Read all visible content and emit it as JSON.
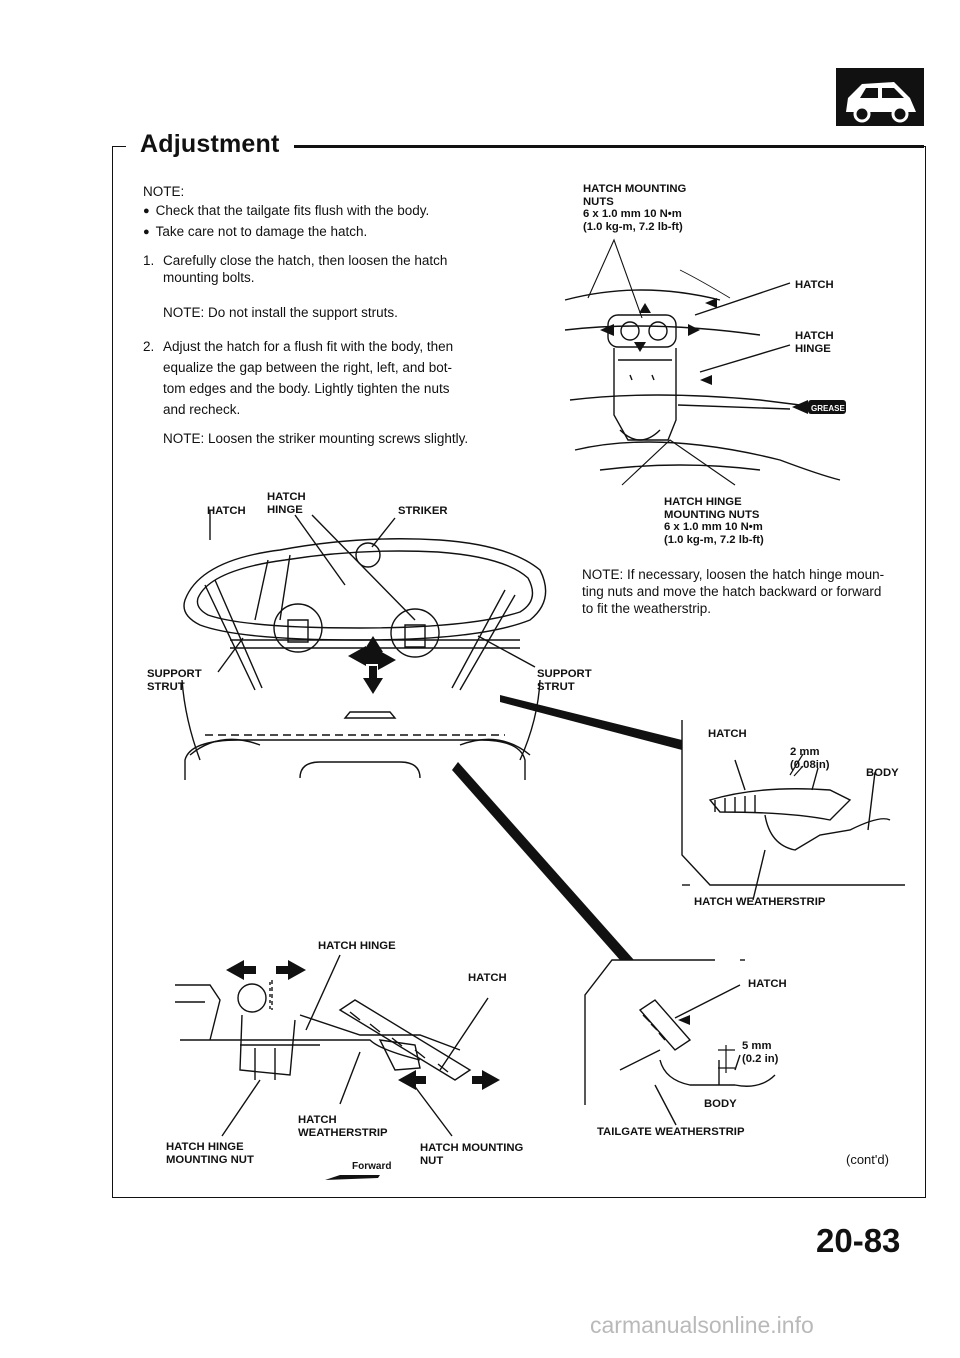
{
  "header": {
    "title": "Adjustment",
    "page_number": "20-83",
    "continued": "(cont'd)",
    "watermark": "carmanualsonline.info"
  },
  "notes": {
    "note_heading": "NOTE:",
    "bullets": [
      "Check that the tailgate fits flush with the body.",
      "Take care not to damage the hatch."
    ],
    "steps": [
      {
        "num": "1.",
        "lines": [
          "Carefully close the hatch, then loosen the hatch",
          "mounting bolts."
        ],
        "note": "NOTE:  Do not install the support struts."
      },
      {
        "num": "2.",
        "lines": [
          "Adjust the hatch for a flush fit with the body, then",
          "equalize the gap between the right, left, and bot-",
          "tom edges and the body. Lightly tighten the nuts",
          "and recheck."
        ],
        "note": "NOTE:  Loosen the striker mounting screws  slightly."
      }
    ],
    "right_note_lines": [
      "NOTE:  If necessary, loosen the hatch hinge moun-",
      "ting nuts and move the hatch backward or forward",
      "to fit the weatherstrip."
    ]
  },
  "labels": {
    "hinge_nuts": [
      "HATCH MOUNTING",
      "NUTS",
      "6 x 1.0 mm 10 N•m",
      "(1.0 kg-m, 7.2 lb-ft)"
    ],
    "hatch_top": "HATCH",
    "hatch_hinge_top": [
      "HATCH",
      "HINGE"
    ],
    "grease": "GREASE",
    "hinge_mounting_nuts": [
      "HATCH HINGE",
      "MOUNTING NUTS",
      "6 x 1.0 mm 10 N•m",
      "(1.0 kg-m, 7.2 lb-ft)"
    ],
    "rear_hatch": "HATCH",
    "rear_hinge": [
      "HATCH",
      "HINGE"
    ],
    "striker": "STRIKER",
    "support_strut_left": [
      "SUPPORT",
      "STRUT"
    ],
    "support_strut_right": [
      "SUPPORT",
      "STRUT"
    ],
    "detail1_hatch": "HATCH",
    "detail1_gap": [
      "2 mm",
      "(0.08in)"
    ],
    "detail1_body": "BODY",
    "detail1_weatherstrip": "HATCH WEATHERSTRIP",
    "bottom_hinge": "HATCH HINGE",
    "bottom_hatch": "HATCH",
    "bottom_weatherstrip": [
      "HATCH",
      "WEATHERSTRIP"
    ],
    "bottom_hinge_nut": [
      "HATCH HINGE",
      "MOUNTING NUT"
    ],
    "bottom_forward": "Forward",
    "bottom_mounting_nut": [
      "HATCH MOUNTING",
      "NUT"
    ],
    "detail2_hatch": "HATCH",
    "detail2_gap": [
      "5 mm",
      "(0.2 in)"
    ],
    "detail2_body": "BODY",
    "detail2_weatherstrip": "TAILGATE WEATHERSTRIP"
  }
}
